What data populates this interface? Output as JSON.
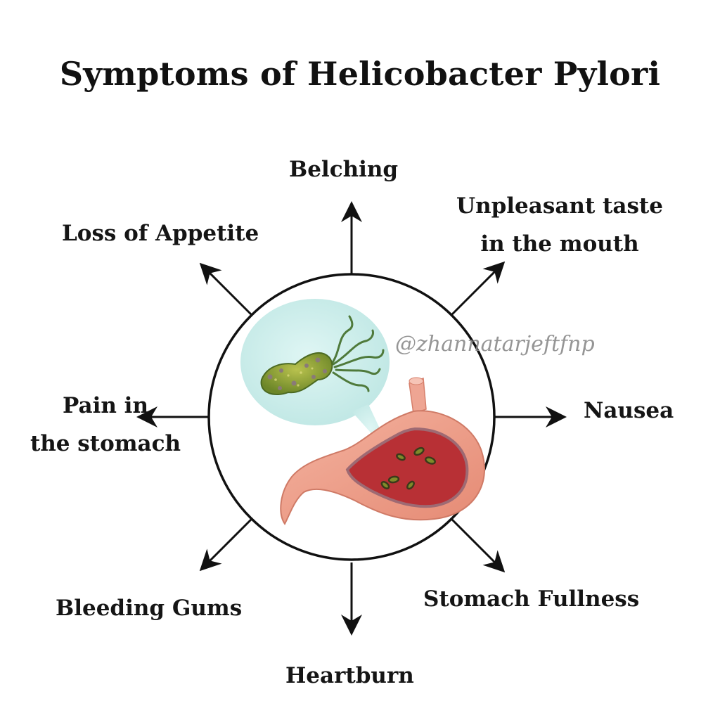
{
  "title": "Symptoms of Helicobacter Pylori",
  "symptoms": {
    "top": "Belching",
    "top_right": [
      "Unpleasant taste",
      "in the mouth"
    ],
    "right": "Nausea",
    "bottom_right": "Stomach Fullness",
    "bottom": "Heartburn",
    "bottom_left": "Bleeding Gums",
    "left": [
      "Pain in",
      "the stomach"
    ],
    "top_left": "Loss of Appetite"
  },
  "watermark": "@zhannatarjeftfnp",
  "colors": {
    "bubble": "#c9ecea",
    "bacterium": "#7f9630",
    "flagella": "#4f7a3b",
    "stomach_outer": "#e99a86",
    "stomach_inner": "#b72f33",
    "arrow": "#111111"
  }
}
